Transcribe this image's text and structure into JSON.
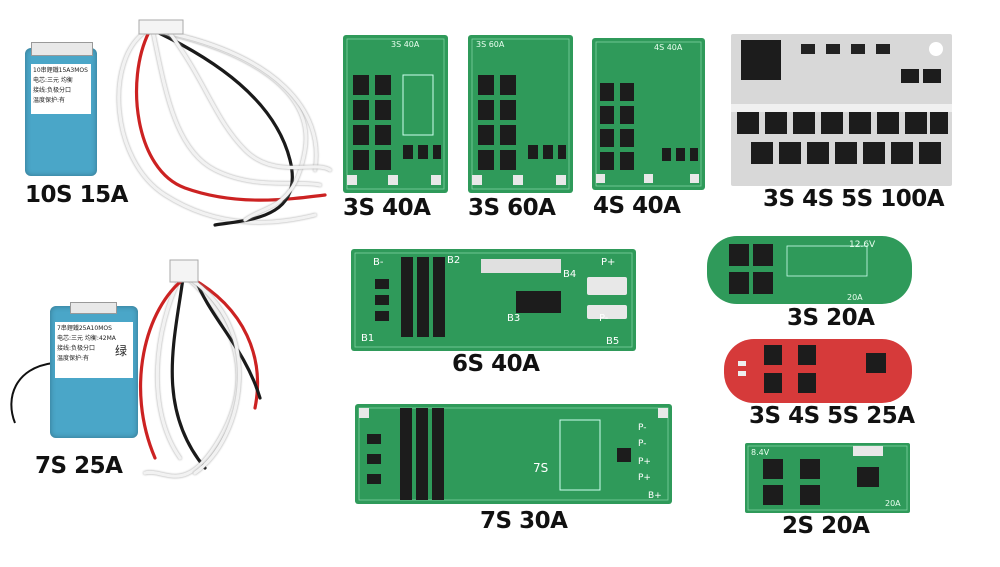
{
  "products": [
    {
      "id": "10s15a",
      "label": "10S 15A",
      "board_text": [
        "10串鋰鐵15A3MOS",
        "电芯:三元 均衡",
        "接线:负极分口",
        "温度保护:有"
      ]
    },
    {
      "id": "3s40a",
      "label": "3S 40A",
      "silk": "3S 40A"
    },
    {
      "id": "3s60a",
      "label": "3S 60A",
      "silk": "3S 60A"
    },
    {
      "id": "4s40a",
      "label": "4S 40A",
      "silk": "4S 40A"
    },
    {
      "id": "345s100a",
      "label": "3S 4S 5S  100A"
    },
    {
      "id": "7s25a",
      "label": "7S 25A",
      "board_text": [
        "7串鋰鐵25A10MOS",
        "电芯:三元 均衡:42MA",
        "接线:负极分口",
        "温度保护:有"
      ],
      "stamp": "绿"
    },
    {
      "id": "6s40a",
      "label": "6S 40A",
      "pads": [
        "B-",
        "B1",
        "B2",
        "B3",
        "B4",
        "B5",
        "P+",
        "P-"
      ]
    },
    {
      "id": "3s20a",
      "label": "3S 20A",
      "silk": "12.6V",
      "rating": "20A"
    },
    {
      "id": "345s25a",
      "label": "3S 4S 5S 25A"
    },
    {
      "id": "7s30a",
      "label": "7S 30A",
      "silk": "7S",
      "pads": [
        "P-",
        "P-",
        "P+",
        "P+",
        "B+"
      ]
    },
    {
      "id": "2s20a",
      "label": "2S 20A",
      "silk": "8.4V",
      "rating": "20A"
    }
  ],
  "colors": {
    "pcb_green": "#2f9a5a",
    "pcb_dark": "#1f7a44",
    "pcb_red": "#d63a3a",
    "mosfet": "#1c1c1c",
    "board_blue": "#4aa6c8",
    "wire_white": "#f2f2f2",
    "wire_red": "#cc2222",
    "wire_black": "#1a1a1a",
    "silver": "#d8d8d8"
  }
}
